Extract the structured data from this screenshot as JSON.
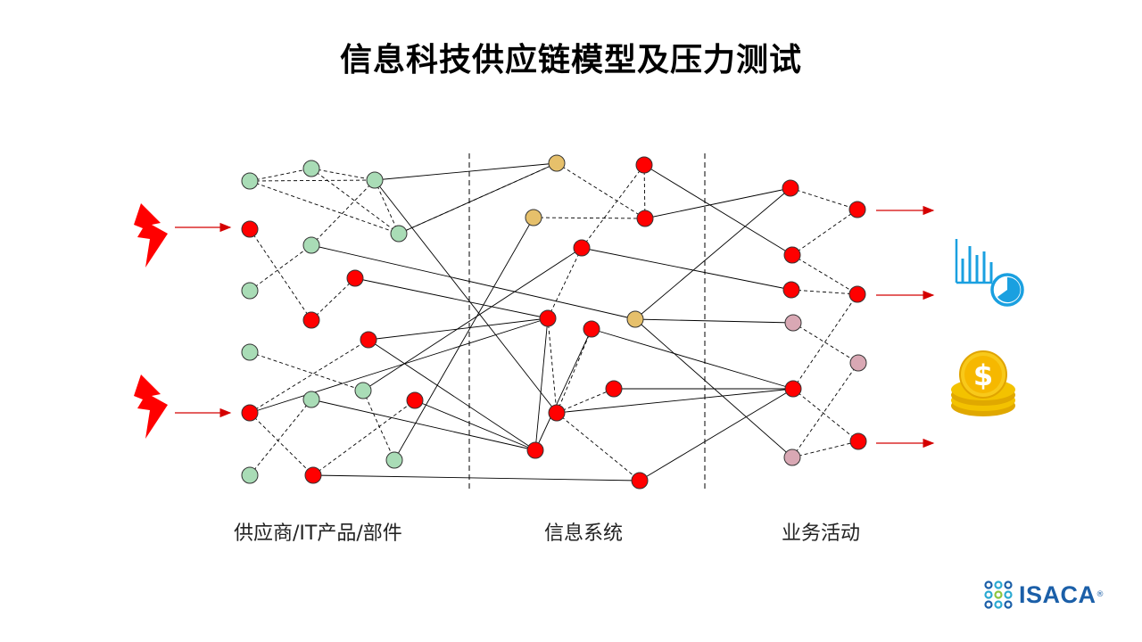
{
  "title": "信息科技供应链模型及压力测试",
  "columns": {
    "supplier": "供应商/IT产品/部件",
    "systems": "信息系统",
    "business": "业务活动"
  },
  "logo": {
    "text": "ISACA",
    "mark": "®"
  },
  "colors": {
    "green": "#a9dcb6",
    "red": "#ff0000",
    "yellow": "#e6c06b",
    "pink": "#d9a8b4",
    "arrow": "#d40000",
    "line": "#000000"
  },
  "icons": [
    "lightning-bolt-icon",
    "lightning-bolt-icon",
    "bar-chart-gauge-icon",
    "dollar-coins-icon"
  ]
}
